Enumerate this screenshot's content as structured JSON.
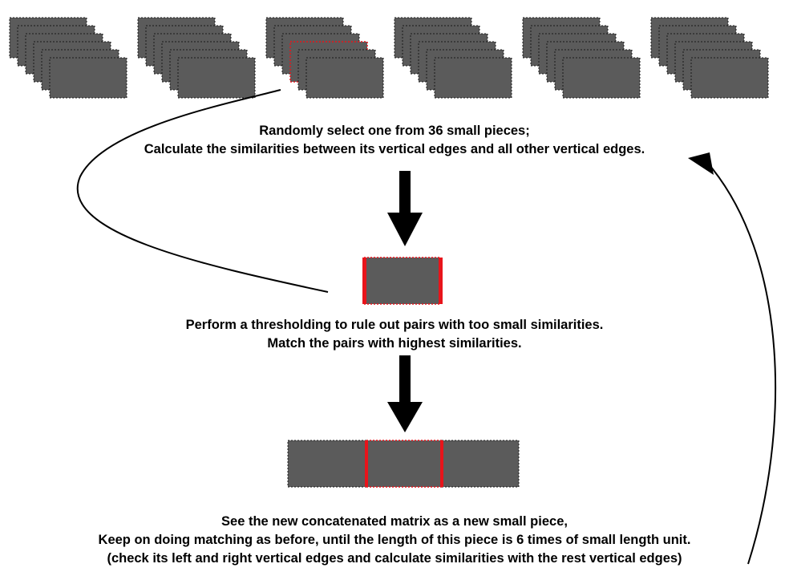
{
  "steps": {
    "step1": {
      "line1": "Randomly select one from 36 small pieces;",
      "line2": "Calculate the similarities between its vertical edges and all other vertical edges."
    },
    "step2": {
      "line1": "Perform a thresholding to rule out pairs with too small similarities.",
      "line2": "Match the pairs with highest similarities."
    },
    "step3": {
      "line1": "See the new concatenated matrix as a new small piece,",
      "line2": "Keep on doing matching as before, until the length of this piece is 6 times of small length unit.",
      "line3": "(check its left and right vertical edges and calculate similarities with the rest vertical edges)"
    }
  },
  "pieces": {
    "groups": 6,
    "per_group": 6,
    "total": 36
  },
  "colors": {
    "piece_fill": "#5b5b5b",
    "piece_border": "#1a1a1a",
    "highlight": "#e8141b",
    "arrow": "#000000",
    "text": "#000000"
  }
}
